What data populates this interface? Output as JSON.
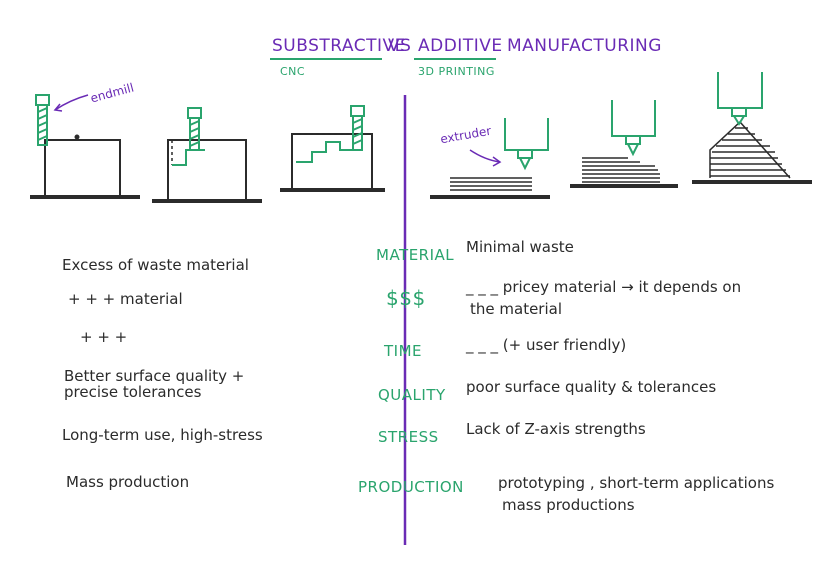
{
  "title": {
    "left": "SUBSTRACTIVE",
    "vs": "VS",
    "right": "ADDITIVE",
    "rest": "MANUFACTURING"
  },
  "subtitles": {
    "left": "CNC",
    "right": "3D PRINTING"
  },
  "annotations": {
    "endmill": "endmill",
    "extruder": "extruder"
  },
  "rows": [
    {
      "category": "MATERIAL",
      "cnc": "Excess of waste material",
      "printing": "Minimal waste"
    },
    {
      "category": "$$$",
      "cnc": "+ + + material",
      "printing": "_ _ _ pricey material → it depends on",
      "printing2": "the material"
    },
    {
      "category": "TIME",
      "cnc": "+ + +",
      "printing": "_ _ _   (+ user friendly)"
    },
    {
      "category": "QUALITY",
      "cnc": "Better surface quality +",
      "cnc2": "precise tolerances",
      "printing": "poor surface quality & tolerances"
    },
    {
      "category": "STRESS",
      "cnc": "Long-term use, high-stress",
      "printing": "Lack of Z-axis strengths"
    },
    {
      "category": "PRODUCTION",
      "cnc": "Mass production",
      "printing": "prototyping , short-term applications",
      "printing2": "mass productions"
    }
  ],
  "colors": {
    "purple": "#6a2bb5",
    "green": "#2aa46d",
    "ink": "#2b2b2b"
  }
}
